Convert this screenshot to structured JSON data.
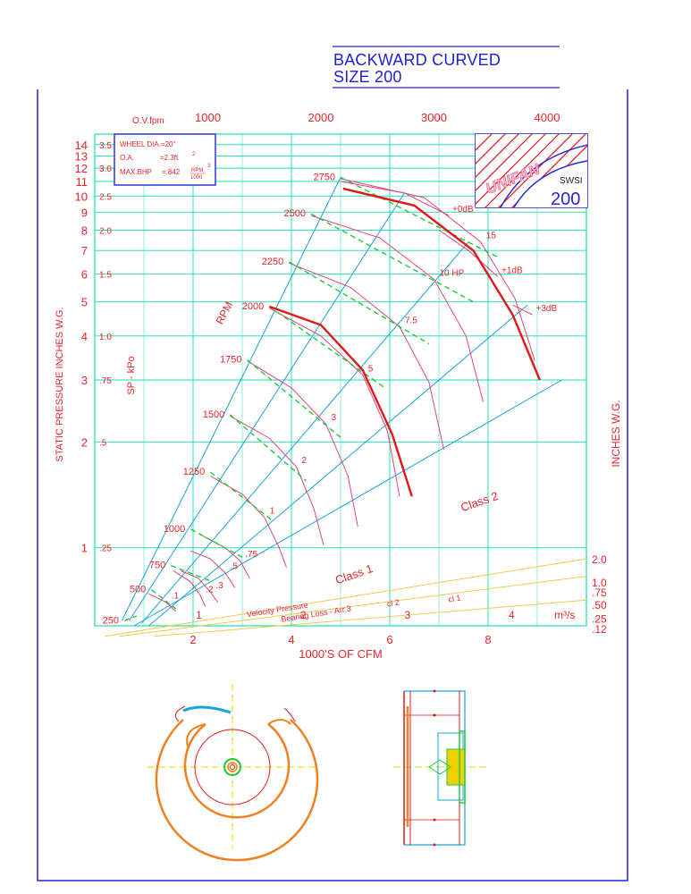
{
  "header": {
    "title_line1": "BACKWARD CURVED",
    "title_line2": "SIZE 200"
  },
  "info_box": {
    "line1": "WHEEL DIA.=20\"",
    "line2_label": "O.A.",
    "line2_value": "=2.3ft",
    "line2_sup": "2",
    "line3_label": "MAX.BHP",
    "line3_value": "=.842",
    "line3_frac_top": "RPM",
    "line3_frac_bottom": "1000",
    "line3_sup": "3"
  },
  "logo": {
    "brand": "UNIFAN",
    "model_code": "SWSI",
    "model_number": "200"
  },
  "colors": {
    "grid": "#16e0b0",
    "axis_text": "#e8242a",
    "frame": "#2424d8",
    "rpm_lines": "#1aa3d8",
    "hp_curves": "#e0457a",
    "system_curves": "#22c83c",
    "limit_curve": "#e01818",
    "velocity_pressure": "#f0c850"
  },
  "chart_data": {
    "type": "line",
    "xlabel": "1000'S OF CFM",
    "ylabel": "STATIC PRESSURE INCHES W.G.",
    "ylabel_secondary": "SP - kPo",
    "ylabel_right": "INCHES W.G.",
    "x_axis": {
      "min": 0,
      "max": 10,
      "ticks": [
        "2",
        "4",
        "6",
        "8"
      ],
      "tick_values": [
        2,
        4,
        6,
        8
      ]
    },
    "y_axis": {
      "scale": "log",
      "min": 0.6,
      "max": 15,
      "ticks": [
        "1",
        "2",
        "3",
        "4",
        "5",
        "6",
        "7",
        "8",
        "9",
        "10",
        "11",
        "12",
        "13",
        "14"
      ],
      "tick_values": [
        1,
        2,
        3,
        4,
        5,
        6,
        7,
        8,
        9,
        10,
        11,
        12,
        13,
        14
      ]
    },
    "secondary_y_ticks": [
      {
        "label": "3.5",
        "value": 14
      },
      {
        "label": "3.0",
        "value": 12
      },
      {
        "label": "2.5",
        "value": 10
      },
      {
        "label": "2.0",
        "value": 8
      },
      {
        "label": "1.5",
        "value": 6
      },
      {
        "label": "1.0",
        "value": 4
      },
      {
        "label": ".75",
        "value": 3
      },
      {
        "label": ".5",
        "value": 2
      },
      {
        "label": ".25",
        "value": 1
      }
    ],
    "outlet_velocity_axis": {
      "label": "O.V.fpm",
      "ticks": [
        {
          "label": "1000",
          "cfm": 2.3
        },
        {
          "label": "2000",
          "cfm": 4.6
        },
        {
          "label": "3000",
          "cfm": 6.9
        },
        {
          "label": "4000",
          "cfm": 9.2
        }
      ]
    },
    "metric_flow_axis": {
      "unit": "m³/s",
      "ticks": [
        {
          "label": "1",
          "cfm": 2.12
        },
        {
          "label": "2",
          "cfm": 4.24
        },
        {
          "label": "3",
          "cfm": 6.36
        },
        {
          "label": "4",
          "cfm": 8.48
        }
      ]
    },
    "velocity_pressure_ticks": [
      {
        "label": "2.0",
        "value": 0.93
      },
      {
        "label": "1.0",
        "value": 0.8
      },
      {
        "label": ".75",
        "value": 0.75
      },
      {
        "label": ".50",
        "value": 0.69
      },
      {
        "label": ".25",
        "value": 0.63
      },
      {
        "label": ".12",
        "value": 0.59
      }
    ],
    "rpm_label": "RPM",
    "rpm_lines": [
      {
        "rpm": "250",
        "points": [
          [
            0.6,
            0.62
          ],
          [
            0.85,
            0.64
          ]
        ]
      },
      {
        "rpm": "500",
        "points": [
          [
            1.15,
            0.76
          ],
          [
            1.65,
            0.67
          ]
        ]
      },
      {
        "rpm": "750",
        "points": [
          [
            1.55,
            0.89
          ],
          [
            2.4,
            0.8
          ]
        ]
      },
      {
        "rpm": "1000",
        "points": [
          [
            1.95,
            1.13
          ],
          [
            3.0,
            0.94
          ]
        ]
      },
      {
        "rpm": "1250",
        "points": [
          [
            2.35,
            1.64
          ],
          [
            3.6,
            1.2
          ]
        ]
      },
      {
        "rpm": "1500",
        "points": [
          [
            2.75,
            2.39
          ],
          [
            4.3,
            1.55
          ]
        ]
      },
      {
        "rpm": "1750",
        "points": [
          [
            3.1,
            3.42
          ],
          [
            5.0,
            2.06
          ]
        ]
      },
      {
        "rpm": "2000",
        "points": [
          [
            3.55,
            4.85
          ],
          [
            5.9,
            2.85
          ]
        ]
      },
      {
        "rpm": "2250",
        "points": [
          [
            3.95,
            6.5
          ],
          [
            6.8,
            3.8
          ]
        ]
      },
      {
        "rpm": "2500",
        "points": [
          [
            4.4,
            8.9
          ],
          [
            7.7,
            5.0
          ]
        ]
      },
      {
        "rpm": "2750",
        "points": [
          [
            5.0,
            11.3
          ],
          [
            8.2,
            6.7
          ]
        ]
      }
    ],
    "rpm_ray_lines": [
      {
        "points": [
          [
            0.55,
            0.62
          ],
          [
            5.0,
            11.3
          ]
        ]
      },
      {
        "points": [
          [
            0.7,
            0.62
          ],
          [
            6.3,
            10.2
          ]
        ]
      },
      {
        "points": [
          [
            0.95,
            0.61
          ],
          [
            7.6,
            7.4
          ]
        ]
      },
      {
        "points": [
          [
            1.1,
            0.6
          ],
          [
            8.8,
            4.9
          ]
        ]
      },
      {
        "points": [
          [
            0.8,
            0.6
          ],
          [
            9.5,
            3.0
          ]
        ]
      }
    ],
    "hp_curves": [
      {
        "hp": ".1",
        "points": [
          [
            1.1,
            0.74
          ],
          [
            1.45,
            0.7
          ],
          [
            1.65,
            0.66
          ]
        ]
      },
      {
        "hp": ".2",
        "points": [
          [
            1.6,
            0.86
          ],
          [
            1.95,
            0.8
          ],
          [
            2.15,
            0.73
          ],
          [
            2.25,
            0.68
          ]
        ]
      },
      {
        "hp": ".3",
        "points": [
          [
            1.75,
            0.86
          ],
          [
            2.1,
            0.82
          ],
          [
            2.35,
            0.75
          ],
          [
            2.5,
            0.7
          ]
        ]
      },
      {
        "hp": ".5",
        "points": [
          [
            1.95,
            0.98
          ],
          [
            2.35,
            0.93
          ],
          [
            2.65,
            0.85
          ],
          [
            2.85,
            0.77
          ]
        ]
      },
      {
        "hp": ".75",
        "points": [
          [
            2.2,
            1.08
          ],
          [
            2.65,
            1.0
          ],
          [
            2.95,
            0.92
          ],
          [
            3.15,
            0.82
          ]
        ]
      },
      {
        "hp": "1",
        "points": [
          [
            2.35,
            1.6
          ],
          [
            3.0,
            1.42
          ],
          [
            3.45,
            1.22
          ],
          [
            3.75,
            1.0
          ],
          [
            3.9,
            0.88
          ]
        ]
      },
      {
        "hp": "2",
        "points": [
          [
            2.75,
            2.37
          ],
          [
            3.55,
            2.05
          ],
          [
            4.1,
            1.7
          ],
          [
            4.45,
            1.3
          ],
          [
            4.65,
            1.02
          ]
        ]
      },
      {
        "hp": "3",
        "points": [
          [
            3.1,
            3.4
          ],
          [
            4.0,
            2.85
          ],
          [
            4.7,
            2.25
          ],
          [
            5.15,
            1.6
          ],
          [
            5.35,
            1.15
          ]
        ]
      },
      {
        "hp": "5",
        "points": [
          [
            3.55,
            4.8
          ],
          [
            4.6,
            4.0
          ],
          [
            5.45,
            3.1
          ],
          [
            5.95,
            2.15
          ],
          [
            6.2,
            1.4
          ]
        ]
      },
      {
        "hp": "7.5",
        "points": [
          [
            3.95,
            6.45
          ],
          [
            5.2,
            5.5
          ],
          [
            6.2,
            4.25
          ],
          [
            6.8,
            2.95
          ],
          [
            7.1,
            1.9
          ]
        ]
      },
      {
        "hp": "10 HP",
        "points": [
          [
            4.4,
            8.8
          ],
          [
            5.8,
            7.6
          ],
          [
            6.9,
            5.8
          ],
          [
            7.55,
            4.0
          ],
          [
            7.9,
            2.6
          ]
        ]
      },
      {
        "hp": "15",
        "points": [
          [
            5.0,
            11.2
          ],
          [
            6.7,
            9.9
          ],
          [
            7.85,
            7.4
          ],
          [
            8.55,
            5.1
          ],
          [
            8.95,
            3.4
          ]
        ]
      }
    ],
    "system_curves": [
      {
        "name": "+0dB",
        "points": [
          [
            5.0,
            11.0
          ],
          [
            6.3,
            10.2
          ],
          [
            7.2,
            8.8
          ]
        ]
      },
      {
        "name": "+1dB",
        "points": [
          [
            7.0,
            8.0
          ],
          [
            7.6,
            7.0
          ],
          [
            8.2,
            5.9
          ]
        ]
      },
      {
        "name": "+3dB",
        "points": [
          [
            8.5,
            4.9
          ],
          [
            8.9,
            4.6
          ]
        ]
      }
    ],
    "limit_curves": [
      {
        "name": "2000",
        "points": [
          [
            3.55,
            4.85
          ],
          [
            4.6,
            4.3
          ],
          [
            5.45,
            3.2
          ],
          [
            6.05,
            2.1
          ],
          [
            6.45,
            1.4
          ]
        ]
      },
      {
        "name": "2750",
        "points": [
          [
            5.05,
            10.5
          ],
          [
            6.5,
            9.4
          ],
          [
            7.7,
            7.0
          ],
          [
            8.5,
            4.6
          ],
          [
            9.05,
            3.0
          ]
        ]
      }
    ],
    "class_labels": [
      {
        "label": "Class 1",
        "point": [
          5.3,
          0.82
        ]
      },
      {
        "label": "Class 2",
        "point": [
          7.85,
          1.32
        ]
      }
    ],
    "velocity_pressure": {
      "label": "Velocity Pressure",
      "sublabel": "Bearing Loss - Arr.3",
      "cl1_label": "cl 1",
      "cl2_label": "cl 2",
      "lines": [
        {
          "points": [
            [
              0.2,
              0.56
            ],
            [
              10.0,
              0.93
            ]
          ]
        },
        {
          "points": [
            [
              0.5,
              0.56
            ],
            [
              10.0,
              0.83
            ]
          ]
        },
        {
          "points": [
            [
              1.2,
              0.56
            ],
            [
              10.0,
              0.71
            ]
          ]
        }
      ]
    },
    "grid": true,
    "legend": "none"
  }
}
